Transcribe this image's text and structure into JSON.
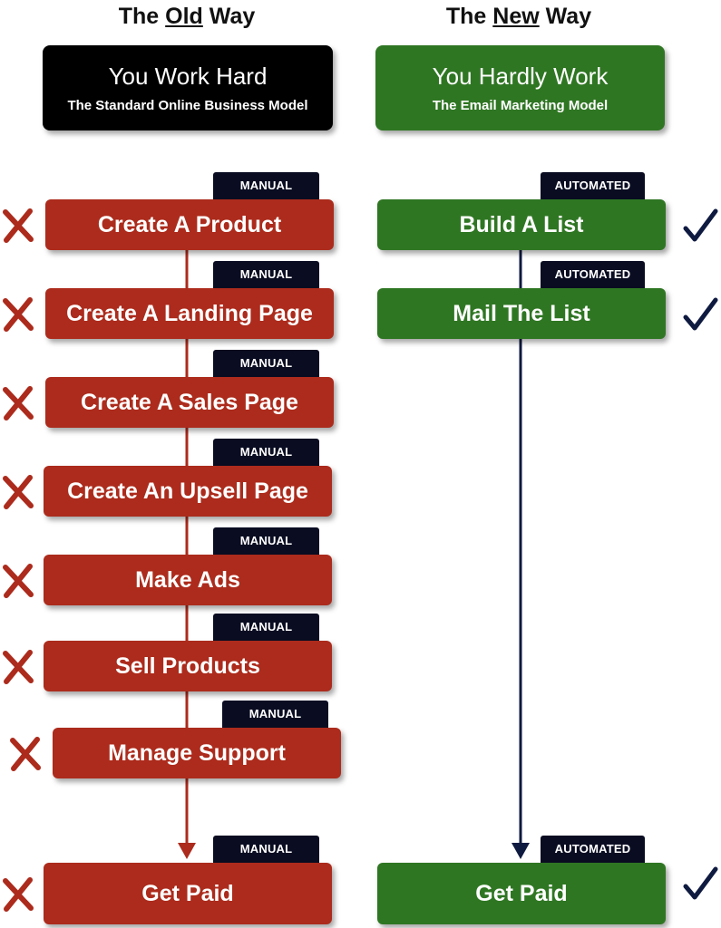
{
  "old_way": {
    "title_prefix": "The ",
    "title_emphasis": "Old",
    "title_suffix": " Way",
    "header_main": "You Work Hard",
    "header_sub": "The Standard Online Business Model",
    "steps": [
      {
        "tag": "MANUAL",
        "label": "Create A Product"
      },
      {
        "tag": "MANUAL",
        "label": "Create A Landing Page"
      },
      {
        "tag": "MANUAL",
        "label": "Create A Sales Page"
      },
      {
        "tag": "MANUAL",
        "label": "Create An Upsell Page"
      },
      {
        "tag": "MANUAL",
        "label": "Make Ads"
      },
      {
        "tag": "MANUAL",
        "label": "Sell Products"
      },
      {
        "tag": "MANUAL",
        "label": "Manage Support"
      },
      {
        "tag": "MANUAL",
        "label": "Get Paid"
      }
    ]
  },
  "new_way": {
    "title_prefix": "The ",
    "title_emphasis": "New",
    "title_suffix": " Way",
    "header_main": "You Hardly Work",
    "header_sub": "The Email Marketing Model",
    "steps": [
      {
        "tag": "AUTOMATED",
        "label": "Build A List"
      },
      {
        "tag": "AUTOMATED",
        "label": "Mail The List"
      },
      {
        "tag": "AUTOMATED",
        "label": "Get Paid"
      }
    ]
  },
  "colors": {
    "old_box": "#ac2b1c",
    "new_box": "#2f7623",
    "header_old": "#000000",
    "tag": "#0a0d22",
    "cross": "#ac2b1c",
    "check": "#0f1a40",
    "arrow_old": "#ac2b1c",
    "arrow_new": "#0f1a40"
  },
  "icons": {
    "old_mark": "cross-icon",
    "new_mark": "checkmark-icon"
  }
}
